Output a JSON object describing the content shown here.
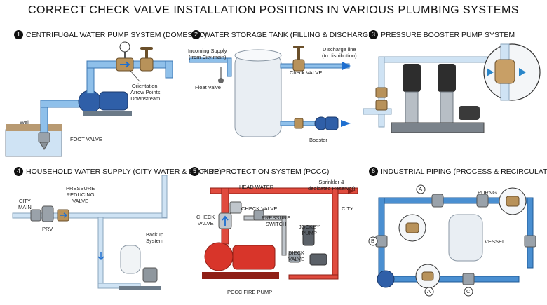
{
  "title": "CORRECT CHECK VALVE INSTALLATION POSITIONS IN VARIOUS PLUMBING SYSTEMS",
  "colors": {
    "pipe_blue": "#4a8fd1",
    "pipe_red": "#d8352a",
    "pump_blue": "#2f5fa8",
    "brass": "#b8925a",
    "grey": "#9aa2aa"
  },
  "panels": [
    {
      "number": "1",
      "title": "CENTRIFUGAL WATER PUMP SYSTEM (DOMESTIC)",
      "labels": {
        "orientation": "Orientation:",
        "arrow": "Arrow Points",
        "downstream": "Downstream",
        "well": "Well",
        "foot_valve": "FOOT VALVE"
      }
    },
    {
      "number": "2",
      "title": "WATER STORAGE TANK (FILLING & DISCHARGE)",
      "labels": {
        "incoming1": "Incoming Supply",
        "incoming2": "(from City main)",
        "discharge1": "Discharge line",
        "discharge2": "(to distribution)",
        "check_valve": "Check VALVE",
        "float_valve": "Float Valve",
        "booster": "Booster"
      }
    },
    {
      "number": "3",
      "title": "PRESSURE BOOSTER PUMP SYSTEM",
      "labels": {}
    },
    {
      "number": "4",
      "title": "HOUSEHOLD WATER SUPPLY (CITY WATER & BACKUP)",
      "labels": {
        "city": "CITY",
        "main": "MAIN",
        "pressure": "PRESSURE",
        "reducing": "REDUCING",
        "valve": "VALVE",
        "prv": "PRV",
        "backup1": "Backup",
        "backup2": "System"
      }
    },
    {
      "number": "5",
      "title": "FIRE PROTECTION SYSTEM (PCCC)",
      "labels": {
        "head_water": "HEAD WATER",
        "sprinkler1": "Sprinkler &",
        "sprinkler2": "dedicated Reservor)",
        "city": "CITY",
        "check_valve_top": "CHECK VALVE",
        "check": "CHECK",
        "valve": "VALVE",
        "pressure": "PRESSURE",
        "switch": "SWITCH",
        "jockey": "JOCKEY",
        "pump": "PUMP",
        "dieck": "DIECK",
        "valve2": "VALVE",
        "fire_pump": "PCCC FIRE PUMP"
      }
    },
    {
      "number": "6",
      "title": "INDUSTRIAL PIPING (PROCESS & RECIRCULATION)",
      "labels": {
        "a1": "A",
        "purng": "PURNG",
        "b": "B",
        "vessel": "VESSEL",
        "a2": "A",
        "c": "C"
      }
    }
  ]
}
